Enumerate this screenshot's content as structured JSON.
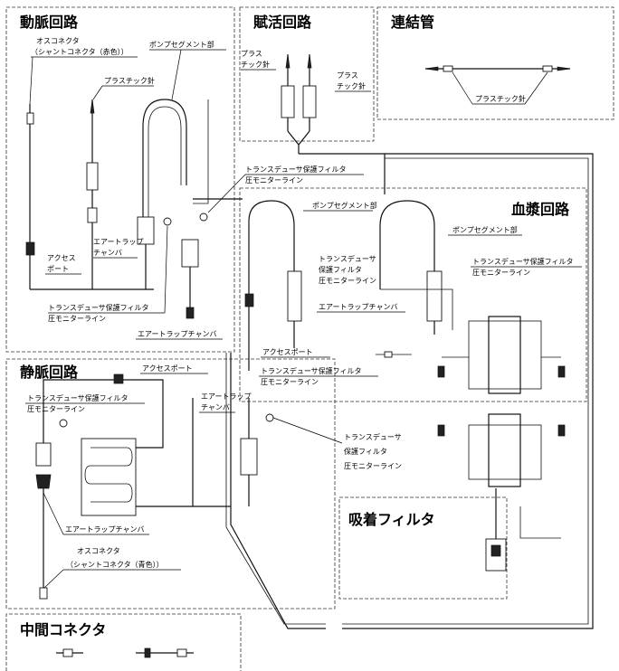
{
  "sections": {
    "arterial": "動脈回路",
    "activation": "賦活回路",
    "connection": "連結管",
    "plasma": "血漿回路",
    "venous": "静脈回路",
    "adsorption": "吸着フィルタ",
    "middle": "中間コネクタ"
  },
  "labels": {
    "male_red_1": "オスコネクタ",
    "male_red_2": "（シャントコネクタ（赤色））",
    "pump_segment": "ポンプセグメント部",
    "plastic_needle": "プラスチック針",
    "plastic_1": "プラス",
    "plastic_2": "チック針",
    "transducer_filter": "トランスデューサ保護フィルタ",
    "pressure_line": "圧モニターライン",
    "air_trap_1": "エアートラップ",
    "air_trap_2": "チャンバ",
    "air_trap_chamber": "エアートラップチャンバ",
    "access_1": "アクセス",
    "access_2": "ポート",
    "access_port": "アクセスポート",
    "transducer_1": "トランスデューサ",
    "transducer_2": "保護フィルタ",
    "male_blue_1": "オスコネクタ",
    "male_blue_2": "（シャントコネクタ（青色））"
  }
}
